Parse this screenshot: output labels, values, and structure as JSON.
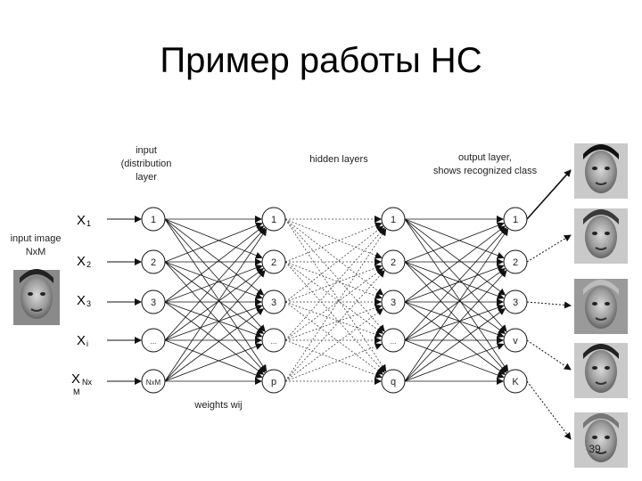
{
  "title": "Пример работы НС",
  "labels": {
    "input_layer": [
      "input",
      "(distribution",
      "layer"
    ],
    "hidden_layers": "hidden layers",
    "output_layer": [
      "output layer,",
      "shows recognized class"
    ],
    "input_image": [
      "input image",
      "NxM"
    ],
    "weights": "weights wij"
  },
  "inputs": [
    {
      "main": "X",
      "sub": "1"
    },
    {
      "main": "X",
      "sub": "2"
    },
    {
      "main": "X",
      "sub": "3"
    },
    {
      "main": "X",
      "sub": "i"
    },
    {
      "main": "X",
      "sub": "Nx",
      "extra": "M"
    }
  ],
  "layers": [
    {
      "id": "input",
      "nodes": [
        "1",
        "2",
        "3",
        "...",
        "NxM"
      ]
    },
    {
      "id": "hidden1",
      "nodes": [
        "1",
        "2",
        "3",
        "...",
        "p"
      ]
    },
    {
      "id": "hidden2",
      "nodes": [
        "1",
        "2",
        "3",
        "...",
        "q"
      ]
    },
    {
      "id": "output",
      "nodes": [
        "1",
        "2",
        "3",
        "v",
        "K"
      ]
    }
  ],
  "page_number": "39",
  "icons": {
    "face": "face-photo-icon"
  }
}
